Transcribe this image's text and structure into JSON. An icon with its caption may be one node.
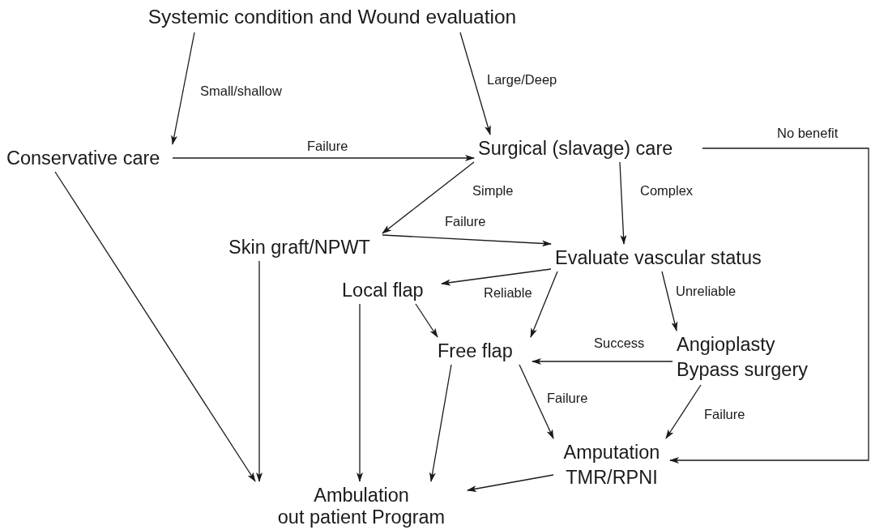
{
  "diagram": {
    "nodes": [
      {
        "text": [
          "Systemic condition and Wound evaluation"
        ]
      },
      {
        "text": [
          "Conservative care"
        ]
      },
      {
        "text": [
          "Surgical (slavage) care"
        ]
      },
      {
        "text": [
          "Skin graft/NPWT"
        ]
      },
      {
        "text": [
          "Evaluate vascular status"
        ]
      },
      {
        "text": [
          "Local flap"
        ]
      },
      {
        "text": [
          "Free flap"
        ]
      },
      {
        "text": [
          "Angioplasty",
          "Bypass surgery"
        ]
      },
      {
        "text": [
          "Amputation",
          "TMR/RPNI"
        ]
      },
      {
        "text": [
          "Ambulation",
          "out patient Program"
        ]
      }
    ],
    "edges": [
      {
        "from": 0,
        "to": 1,
        "arrow": "to",
        "label": "Small/shallow"
      },
      {
        "from": 0,
        "to": 2,
        "arrow": "to",
        "label": "Large/Deep"
      },
      {
        "from": 1,
        "to": 2,
        "arrow": "to",
        "label": "Failure"
      },
      {
        "from": 2,
        "to": 3,
        "arrow": "to",
        "label": "Simple"
      },
      {
        "from": 2,
        "to": 4,
        "arrow": "to",
        "label": "Complex"
      },
      {
        "from": 2,
        "to": 8,
        "arrow": "to",
        "label": "No benefit"
      },
      {
        "from": 3,
        "to": 4,
        "arrow": "to",
        "label": "Failure"
      },
      {
        "from": 4,
        "to": 5,
        "arrow": "to",
        "label": "Reliable"
      },
      {
        "from": 4,
        "to": 6,
        "arrow": "to"
      },
      {
        "from": 4,
        "to": 7,
        "arrow": "to",
        "label": "Unreliable"
      },
      {
        "from": 5,
        "to": 6,
        "arrow": "to"
      },
      {
        "from": 5,
        "to": 9,
        "arrow": "to"
      },
      {
        "from": 7,
        "to": 6,
        "arrow": "to",
        "label": "Success"
      },
      {
        "from": 6,
        "to": 9,
        "arrow": "to"
      },
      {
        "from": 6,
        "to": 8,
        "arrow": "to",
        "label": "Failure"
      },
      {
        "from": 7,
        "to": 8,
        "arrow": "to",
        "label": "Failure"
      },
      {
        "from": 1,
        "to": 9,
        "arrow": "to"
      },
      {
        "from": 3,
        "to": 9,
        "arrow": "to"
      },
      {
        "from": 8,
        "to": 9,
        "arrow": "to"
      }
    ]
  }
}
